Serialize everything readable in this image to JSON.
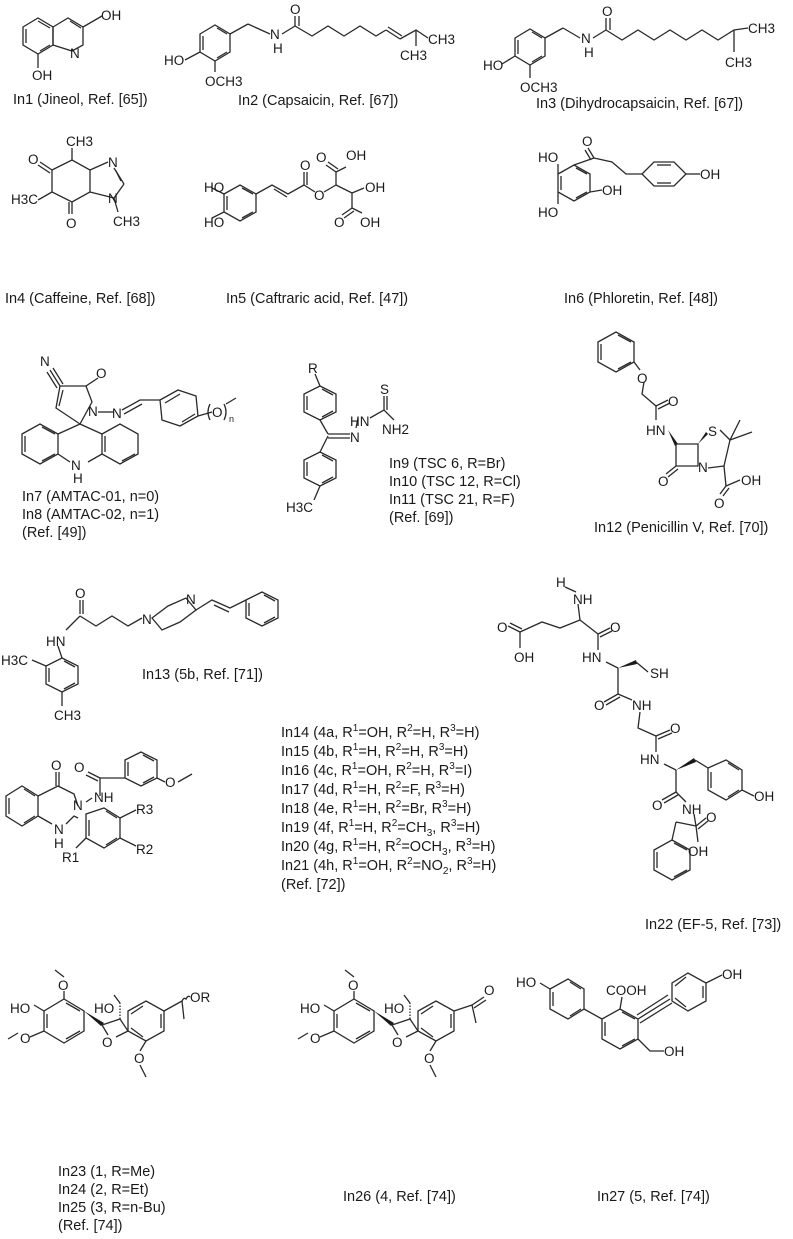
{
  "figure": {
    "compounds": [
      {
        "id": "In1",
        "caption": "In1 (Jineol, Ref. [65])",
        "atoms": [
          "OH",
          "N",
          "OH"
        ]
      },
      {
        "id": "In2",
        "caption": "In2 (Capsaicin, Ref. [67])",
        "atoms": [
          "O",
          "N",
          "H",
          "HO",
          "OCH3",
          "CH3",
          "CH3"
        ]
      },
      {
        "id": "In3",
        "caption": "In3 (Dihydrocapsaicin, Ref. [67])",
        "atoms": [
          "O",
          "N",
          "H",
          "HO",
          "OCH3",
          "CH3",
          "CH3"
        ]
      },
      {
        "id": "In4",
        "caption": "In4 (Caffeine, Ref. [68])",
        "atoms": [
          "CH3",
          "O",
          "N",
          "H3C",
          "O",
          "N",
          "CH3"
        ]
      },
      {
        "id": "In5",
        "caption": "In5 (Caftraric acid, Ref. [47])",
        "atoms": [
          "HO",
          "HO",
          "O",
          "O",
          "O",
          "OH",
          "OH",
          "O",
          "OH"
        ]
      },
      {
        "id": "In6",
        "caption": "In6 (Phloretin, Ref. [48])",
        "atoms": [
          "O",
          "HO",
          "OH",
          "HO",
          "OH"
        ]
      },
      {
        "id": "In7_In8",
        "caption_lines": [
          "In7 (AMTAC-01, n=0)",
          "In8 (AMTAC-02, n=1)",
          "(Ref. [49])"
        ],
        "atoms": [
          "N",
          "O",
          "N",
          "N",
          "N",
          "H",
          "O",
          "n"
        ]
      },
      {
        "id": "In9_In11",
        "caption_lines": [
          "In9 (TSC 6, R=Br)",
          "In10 (TSC 12, R=Cl)",
          "In11 (TSC 21, R=F)",
          "(Ref. [69])"
        ],
        "atoms": [
          "R",
          "HN",
          "N",
          "S",
          "NH2",
          "H3C"
        ]
      },
      {
        "id": "In12",
        "caption": "In12 (Penicillin V, Ref. [70])",
        "atoms": [
          "O",
          "O",
          "HN",
          "S",
          "N",
          "O",
          "O",
          "OH"
        ]
      },
      {
        "id": "In13",
        "caption": "In13 (5b, Ref. [71])",
        "atoms": [
          "O",
          "HN",
          "N",
          "N",
          "H3C",
          "CH3"
        ]
      },
      {
        "id": "In14_In21",
        "caption_lines": [
          {
            "pre": "In14 (4a, R",
            "r1": "1",
            "v1": "=OH, R",
            "r2": "2",
            "v2": "=H, R",
            "r3": "3",
            "v3": "=H)"
          },
          {
            "pre": "In15 (4b, R",
            "r1": "1",
            "v1": "=H, R",
            "r2": "2",
            "v2": "=H, R",
            "r3": "3",
            "v3": "=H)"
          },
          {
            "pre": "In16 (4c, R",
            "r1": "1",
            "v1": "=OH, R",
            "r2": "2",
            "v2": "=H, R",
            "r3": "3",
            "v3": "=I)"
          },
          {
            "pre": "In17 (4d, R",
            "r1": "1",
            "v1": "=H, R",
            "r2": "2",
            "v2": "=F, R",
            "r3": "3",
            "v3": "=H)"
          },
          {
            "pre": "In18 (4e, R",
            "r1": "1",
            "v1": "=H, R",
            "r2": "2",
            "v2": "=Br, R",
            "r3": "3",
            "v3": "=H)"
          },
          {
            "pre": "In19 (4f, R",
            "r1": "1",
            "v1": "=H, R",
            "r2": "2",
            "v2": "=CH",
            "sub": "3",
            "v2b": ", R",
            "r3": "3",
            "v3": "=H)"
          },
          {
            "pre": "In20 (4g, R",
            "r1": "1",
            "v1": "=H, R",
            "r2": "2",
            "v2": "=OCH",
            "sub": "3",
            "v2b": ", R",
            "r3": "3",
            "v3": "=H)"
          },
          {
            "pre": "In21 (4h, R",
            "r1": "1",
            "v1": "=OH, R",
            "r2": "2",
            "v2": "=NO",
            "sub": "2",
            "v2b": ", R",
            "r3": "3",
            "v3": "=H)"
          }
        ],
        "ref": "(Ref. [72])",
        "atoms": [
          "O",
          "O",
          "N",
          "NH",
          "O",
          "N",
          "H",
          "R3",
          "R1",
          "R2"
        ]
      },
      {
        "id": "In22",
        "caption": "In22 (EF-5, Ref. [73])",
        "atoms": [
          "H",
          "NH",
          "O",
          "OH",
          "O",
          "HN",
          "SH",
          "O",
          "NH",
          "O",
          "HN",
          "O",
          "NH",
          "OH",
          "O",
          "OH"
        ]
      },
      {
        "id": "In23_In25",
        "caption_lines": [
          "In23 (1, R=Me)",
          "In24 (2, R=Et)",
          "In25 (3, R=n-Bu)",
          "(Ref. [74])"
        ],
        "atoms": [
          "HO",
          "HO",
          "O",
          "O",
          "O",
          "OR",
          "O"
        ]
      },
      {
        "id": "In26",
        "caption": "In26 (4, Ref. [74])",
        "atoms": [
          "HO",
          "HO",
          "O",
          "O",
          "O",
          "O",
          "O"
        ]
      },
      {
        "id": "In27",
        "caption": "In27 (5, Ref. [74])",
        "atoms": [
          "HO",
          "COOH",
          "OH",
          "OH"
        ]
      }
    ]
  }
}
